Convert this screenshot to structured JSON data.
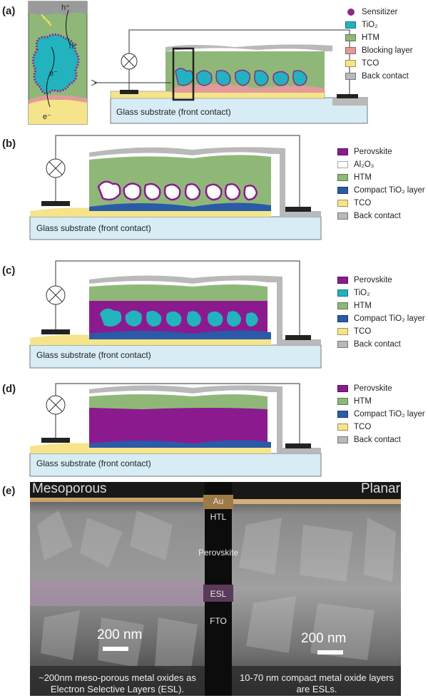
{
  "colors": {
    "sensitizer": "#8b2a8b",
    "tio2": "#22b3bf",
    "htm": "#8fb878",
    "blocking": "#e39a9a",
    "tco": "#f5e48a",
    "back_contact": "#b9b9b9",
    "glass": "#d7ecf4",
    "perovskite": "#8b1a8f",
    "al2o3": "#ffffff",
    "compact_tio2": "#2b5aa8"
  },
  "panels": {
    "a": {
      "label": "(a)",
      "glass_text": "Glass substrate (front contact)",
      "legend": [
        {
          "text": "Sensitizer",
          "icon": "dot"
        },
        {
          "text": "TiO₂",
          "icon": "swatch"
        },
        {
          "text": "HTM",
          "icon": "swatch"
        },
        {
          "text": "Blocking layer",
          "icon": "swatch"
        },
        {
          "text": "TCO",
          "icon": "swatch"
        },
        {
          "text": "Back contact",
          "icon": "swatch"
        }
      ],
      "inset_labels": {
        "hole_top": "h⁺",
        "hole_mid": "h⁺",
        "electron_mid": "e⁻",
        "electron_bottom": "e⁻"
      }
    },
    "b": {
      "label": "(b)",
      "glass_text": "Glass substrate (front contact)",
      "legend": [
        {
          "text": "Perovskite"
        },
        {
          "text": "Al₂O₃"
        },
        {
          "text": "HTM"
        },
        {
          "text": "Compact TiO₂ layer"
        },
        {
          "text": "TCO"
        },
        {
          "text": "Back contact"
        }
      ]
    },
    "c": {
      "label": "(c)",
      "glass_text": "Glass substrate (front contact)",
      "legend": [
        {
          "text": "Perovskite"
        },
        {
          "text": "TiO₂"
        },
        {
          "text": "HTM"
        },
        {
          "text": "Compact TiO₂ layer"
        },
        {
          "text": "TCO"
        },
        {
          "text": "Back contact"
        }
      ]
    },
    "d": {
      "label": "(d)",
      "glass_text": "Glass substrate (front contact)",
      "legend": [
        {
          "text": "Perovskite"
        },
        {
          "text": "HTM"
        },
        {
          "text": "Compact TiO₂ layer"
        },
        {
          "text": "TCO"
        },
        {
          "text": "Back contact"
        }
      ]
    },
    "e": {
      "label": "(e)",
      "left_title": "Mesoporous",
      "right_title": "Planar",
      "layer_labels": [
        "Au",
        "HTL",
        "Perovskite",
        "ESL",
        "FTO"
      ],
      "scale_left": "200 nm",
      "scale_right": "200 nm",
      "caption_left": "~200nm meso-porous metal oxides as Electron Selective Layers (ESL).",
      "caption_right": "10-70 nm compact metal oxide layers are ESLs."
    }
  }
}
